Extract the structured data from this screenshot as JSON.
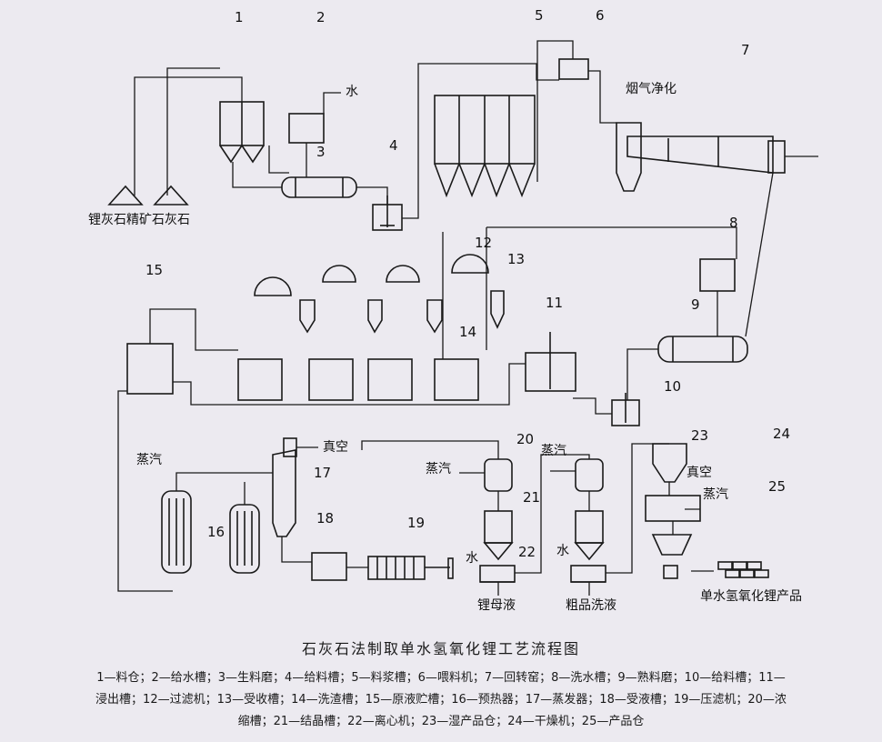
{
  "title": "石灰石法制取单水氢氧化锂工艺流程图",
  "legend_lines": [
    "1—料仓；2—给水槽；3—生料磨；4—给料槽；5—料浆槽；6—喂料机；7—回转窑；8—洗水槽；9—熟料磨；10—给料槽；11—",
    "浸出槽；12—过滤机；13—受收槽；14—洗渣槽；15—原液贮槽；16—预热器；17—蒸发器；18—受液槽；19—压滤机；20—浓",
    "缩槽；21—结晶槽；22—离心机；23—湿产品仓；24—干燥机；25—产品仓"
  ],
  "diagram": {
    "labels": {
      "raw_materials": "锂灰石精矿石灰石",
      "water": "水",
      "flue_gas": "烟气净化",
      "steam": "蒸汽",
      "vacuum": "真空",
      "mother_liquor": "锂母液",
      "crude_wash": "粗品洗液",
      "product": "单水氢氧化锂产品"
    },
    "numbers": [
      "1",
      "2",
      "3",
      "4",
      "5",
      "6",
      "7",
      "8",
      "9",
      "10",
      "11",
      "12",
      "13",
      "14",
      "15",
      "16",
      "17",
      "18",
      "19",
      "20",
      "21",
      "22",
      "23",
      "24",
      "25"
    ]
  }
}
